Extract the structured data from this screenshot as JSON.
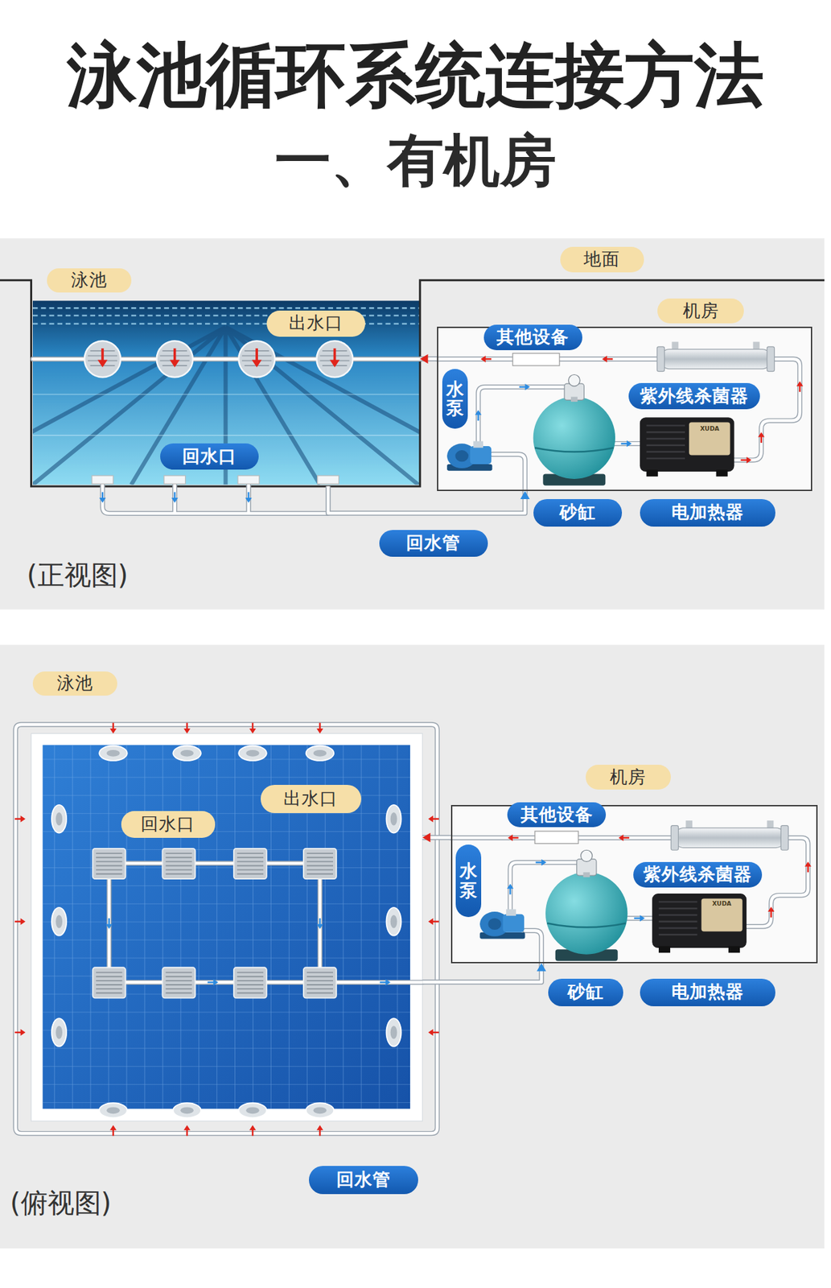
{
  "diagram": {
    "title": "泳池循环系统连接方法",
    "nodes": [
      {
        "text": [
          "泳池"
        ]
      },
      {
        "text": [
          "出水口"
        ],
        "in": 0
      },
      {
        "text": [
          "回水口"
        ],
        "in": 0
      },
      {
        "text": [
          "地面"
        ]
      },
      {
        "text": [
          "机房"
        ]
      },
      {
        "text": [
          "其他设备"
        ],
        "in": 4
      },
      {
        "text": [
          "水泵"
        ],
        "in": 4
      },
      {
        "text": [
          "紫外线杀菌器"
        ],
        "in": 4
      },
      {
        "text": [
          "砂缸"
        ]
      },
      {
        "text": [
          "电加热器"
        ]
      },
      {
        "text": [
          "回水管"
        ]
      },
      {
        "text": [
          "泳池"
        ]
      },
      {
        "text": [
          "出水口"
        ],
        "in": 11
      },
      {
        "text": [
          "回水口"
        ],
        "in": 11
      },
      {
        "text": [
          "机房"
        ]
      },
      {
        "text": [
          "其他设备"
        ],
        "in": 14
      },
      {
        "text": [
          "水泵"
        ],
        "in": 14
      },
      {
        "text": [
          "紫外线杀菌器"
        ],
        "in": 14
      },
      {
        "text": [
          "砂缸"
        ]
      },
      {
        "text": [
          "电加热器"
        ]
      },
      {
        "text": [
          "回水管"
        ]
      }
    ],
    "edges": [
      {
        "from": 0,
        "to": 4,
        "arrow": "to"
      },
      {
        "from": 4,
        "to": 0,
        "arrow": "to"
      },
      {
        "from": 11,
        "to": 14,
        "arrow": "to"
      },
      {
        "from": 14,
        "to": 11,
        "arrow": "to"
      }
    ],
    "labels": [
      "一、有机房",
      "XUDA",
      "(正视图)",
      "XUDA",
      "(俯视图)"
    ]
  }
}
